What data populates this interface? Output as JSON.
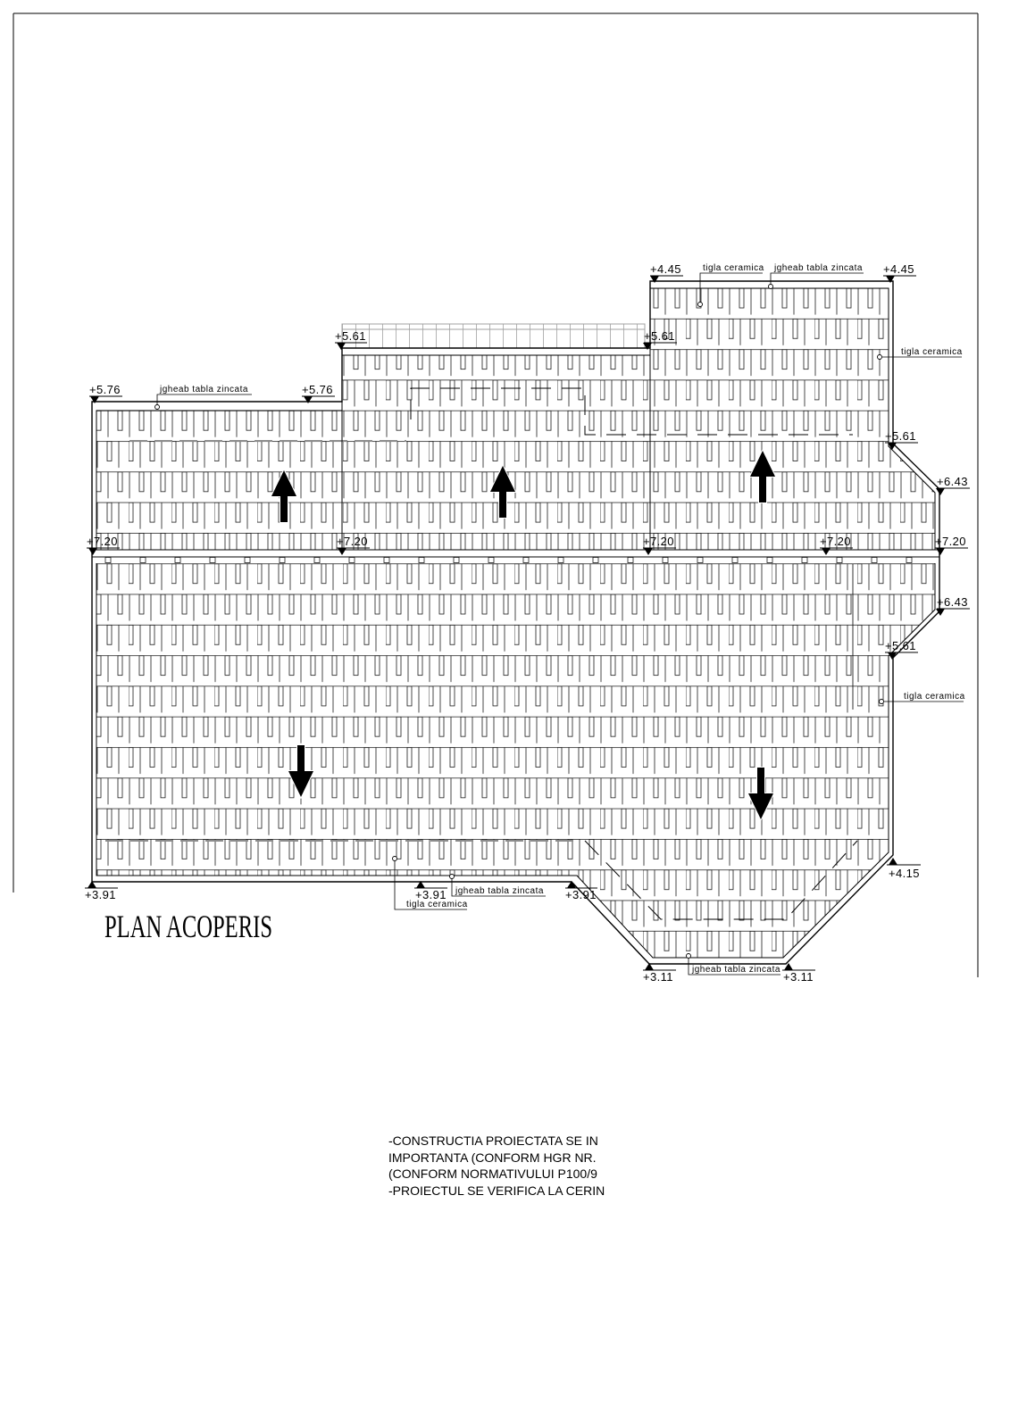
{
  "sheet": {
    "title": "PLAN ACOPERIS",
    "line_color": "#000000",
    "background": "#ffffff",
    "hidden_line_color": "#8c8c8c"
  },
  "roof": {
    "elevations": [
      "+5.76",
      "+5.76",
      "+5.61",
      "+5.61",
      "+4.45",
      "+4.45",
      "+5.61",
      "+6.43",
      "+7.20",
      "+7.20",
      "+7.20",
      "+7.20",
      "+7.20",
      "+6.43",
      "+5.61",
      "+4.15",
      "+3.91",
      "+3.91",
      "+3.91",
      "+3.11",
      "+3.11"
    ],
    "callouts": [
      "jgheab tabla zincata",
      "tigla ceramica",
      "jgheab tabla zincata",
      "tigla ceramica",
      "tigla ceramica",
      "jgheab tabla zincata",
      "tigla ceramica",
      "jgheab tabla zincata"
    ],
    "slope_arrows": [
      "arrow-up-icon",
      "arrow-up-icon",
      "arrow-up-icon",
      "arrow-down-icon",
      "arrow-down-icon"
    ]
  },
  "notes": [
    "-CONSTRUCTIA PROIECTATA SE IN",
    "IMPORTANTA (CONFORM HGR NR.",
    "(CONFORM NORMATIVULUI P100/9",
    "-PROIECTUL SE VERIFICA LA CERIN"
  ]
}
